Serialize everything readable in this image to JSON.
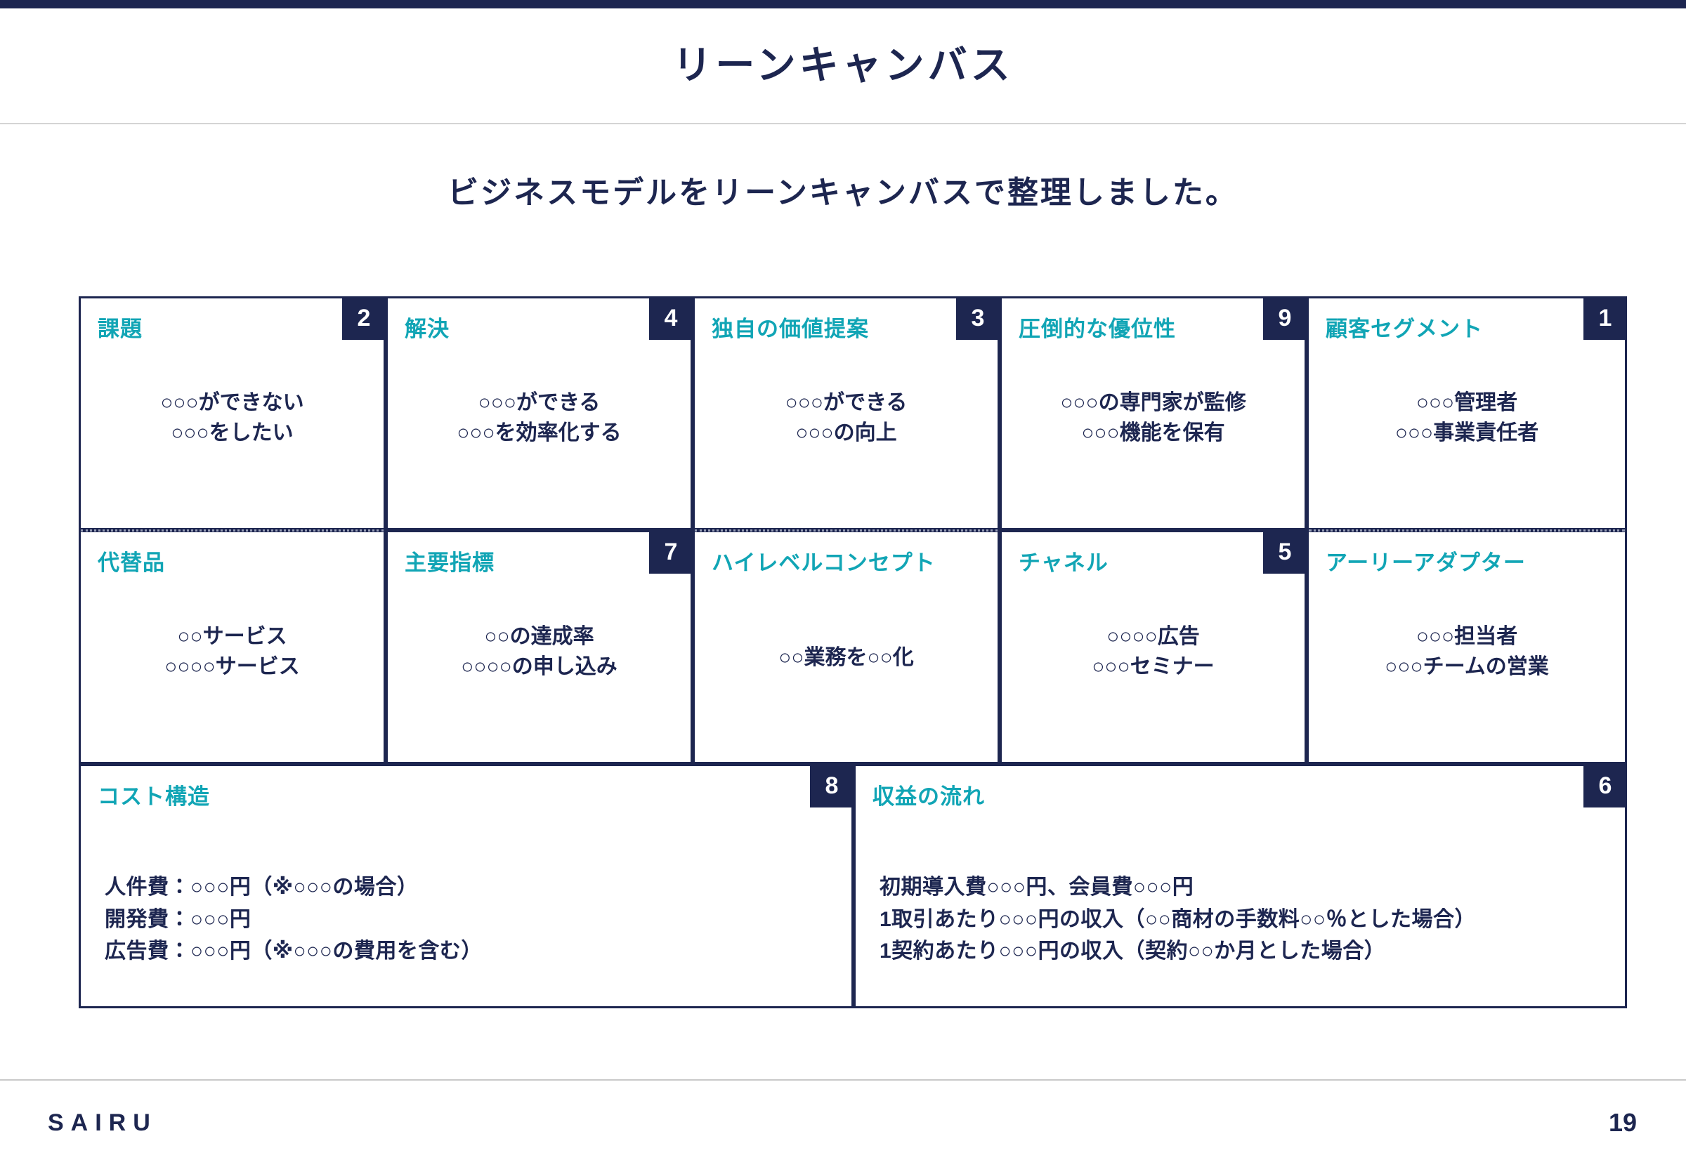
{
  "slide": {
    "title": "リーンキャンバス",
    "lead": "ビジネスモデルをリーンキャンバスで整理しました。"
  },
  "canvas": {
    "row1": [
      {
        "title": "課題",
        "number": "2",
        "lines": [
          "○○○ができない",
          "○○○をしたい"
        ]
      },
      {
        "title": "解決",
        "number": "4",
        "lines": [
          "○○○ができる",
          "○○○を効率化する"
        ]
      },
      {
        "title": "独自の価値提案",
        "number": "3",
        "lines": [
          "○○○ができる",
          "○○○の向上"
        ]
      },
      {
        "title": "圧倒的な優位性",
        "number": "9",
        "lines": [
          "○○○の専門家が監修",
          "○○○機能を保有"
        ]
      },
      {
        "title": "顧客セグメント",
        "number": "1",
        "lines": [
          "○○○管理者",
          "○○○事業責任者"
        ]
      }
    ],
    "row2": [
      {
        "title": "代替品",
        "number": "",
        "lines": [
          "○○サービス",
          "○○○○サービス"
        ]
      },
      {
        "title": "主要指標",
        "number": "7",
        "lines": [
          "○○の達成率",
          "○○○○の申し込み"
        ]
      },
      {
        "title": "ハイレベルコンセプト",
        "number": "",
        "lines": [
          "○○業務を○○化"
        ]
      },
      {
        "title": "チャネル",
        "number": "5",
        "lines": [
          "○○○○広告",
          "○○○セミナー"
        ]
      },
      {
        "title": "アーリーアダプター",
        "number": "",
        "lines": [
          "○○○担当者",
          "○○○チームの営業"
        ]
      }
    ],
    "row3": [
      {
        "title": "コスト構造",
        "number": "8",
        "lines": [
          "人件費：○○○円（※○○○の場合）",
          "開発費：○○○円",
          "広告費：○○○円（※○○○の費用を含む）"
        ]
      },
      {
        "title": "収益の流れ",
        "number": "6",
        "lines": [
          "初期導入費○○○円、会員費○○○円",
          "1取引あたり○○○円の収入（○○商材の手数料○○％とした場合）",
          "1契約あたり○○○円の収入（契約○○か月とした場合）"
        ]
      }
    ]
  },
  "footer": {
    "brand": "SAIRU",
    "page": "19"
  },
  "colors": {
    "navy": "#1d2650",
    "teal": "#11a5b5",
    "white": "#ffffff",
    "rule": "#d4d4d4",
    "dotted": "#9aa0b8"
  }
}
